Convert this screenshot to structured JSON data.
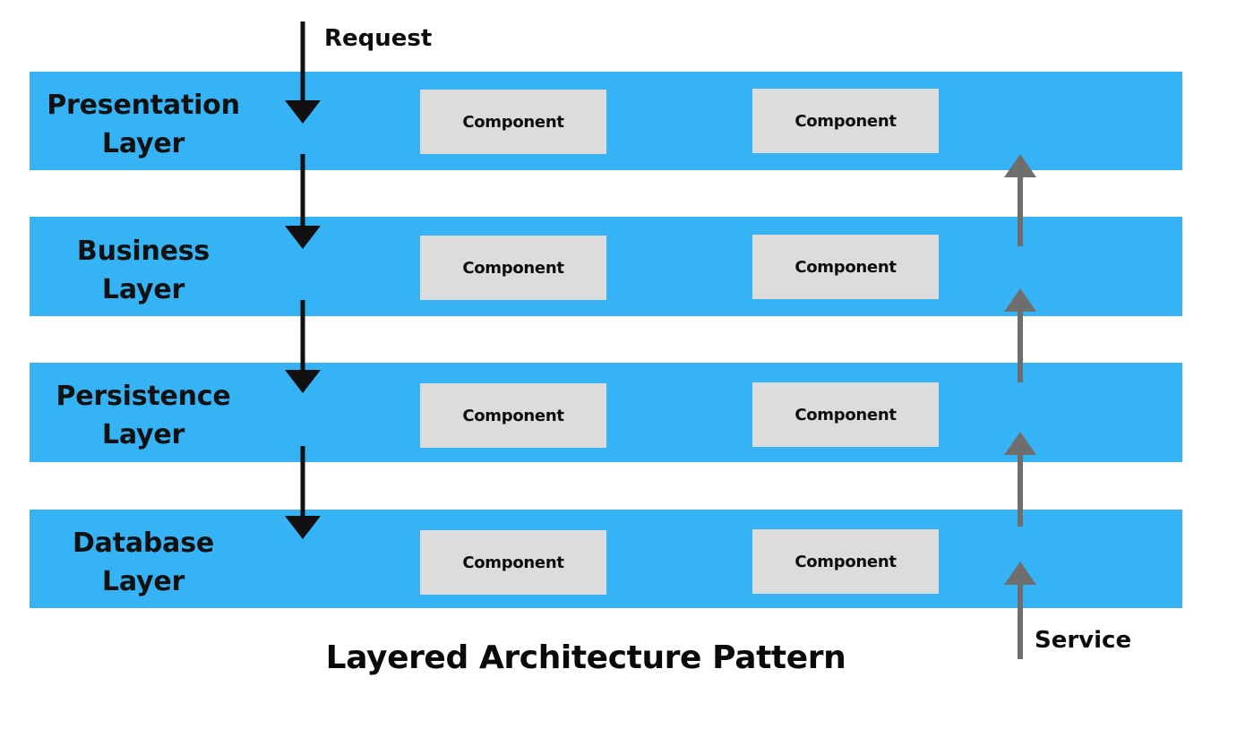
{
  "diagram": {
    "caption": "Layered Architecture Pattern",
    "colors": {
      "layer_bar": "#36b3f5",
      "component_box": "#dcdcdc",
      "request_arrow": "#111111",
      "service_arrow": "#6e6e6e",
      "background": "#ffffff",
      "text": "#0d0d0d"
    },
    "flows": [
      {
        "name": "request",
        "label": "Request",
        "direction": "down",
        "color": "#111111"
      },
      {
        "name": "service",
        "label": "Service",
        "direction": "up",
        "color": "#6e6e6e"
      }
    ],
    "layers": [
      {
        "title_line1": "Presentation",
        "title_line2": "Layer",
        "components": [
          "Component",
          "Component"
        ]
      },
      {
        "title_line1": "Business",
        "title_line2": "Layer",
        "components": [
          "Component",
          "Component"
        ]
      },
      {
        "title_line1": "Persistence",
        "title_line2": "Layer",
        "components": [
          "Component",
          "Component"
        ]
      },
      {
        "title_line1": "Database",
        "title_line2": "Layer",
        "components": [
          "Component",
          "Component"
        ]
      }
    ]
  }
}
